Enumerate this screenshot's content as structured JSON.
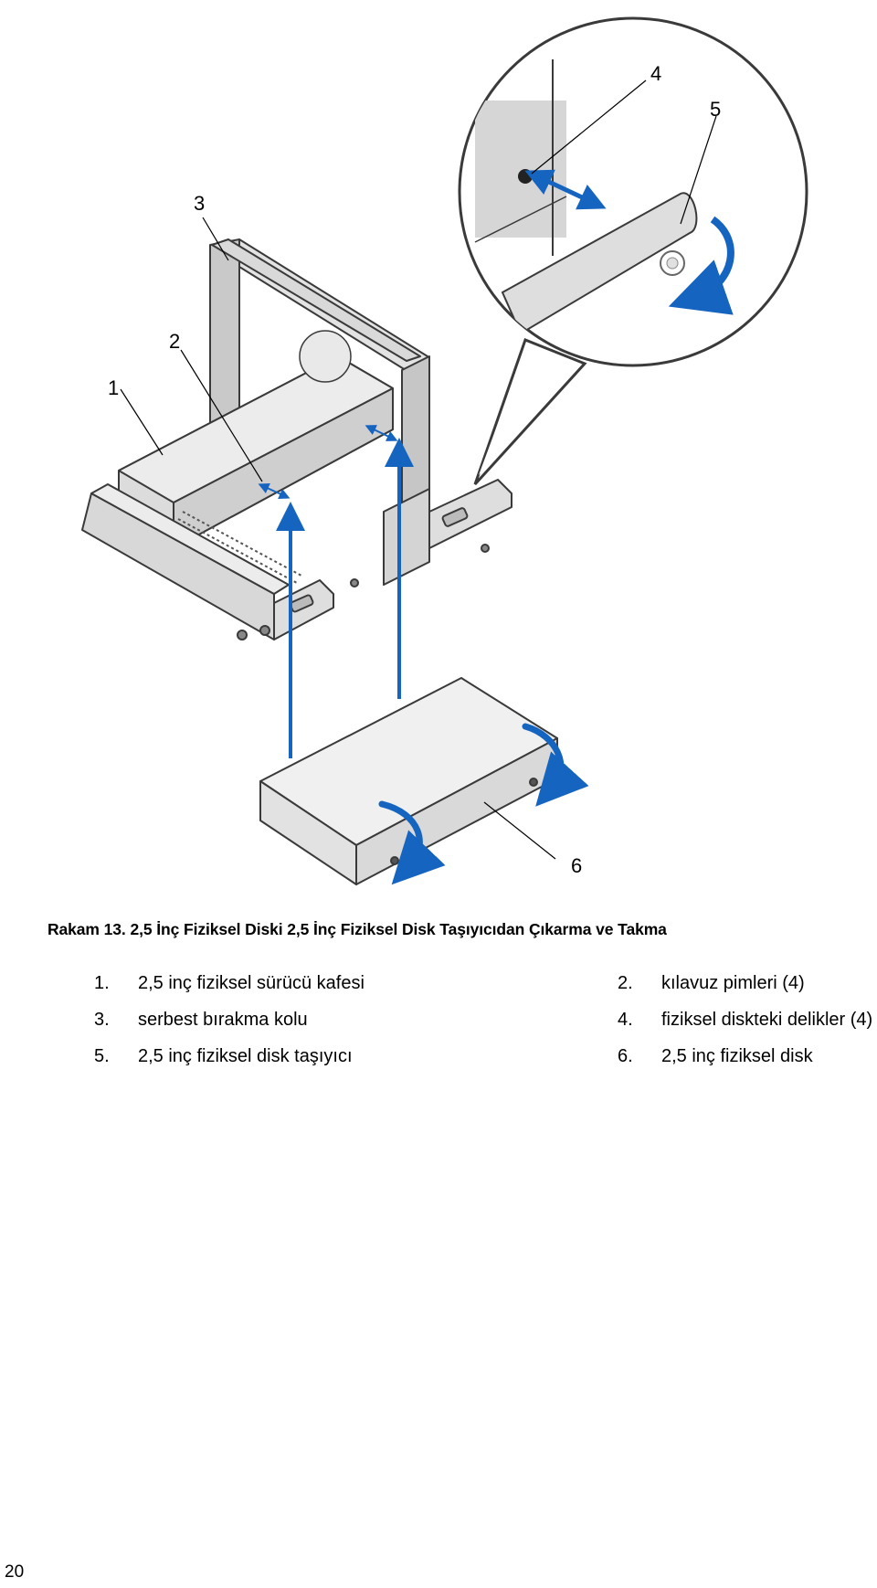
{
  "figure": {
    "callouts": [
      "1",
      "2",
      "3",
      "4",
      "5",
      "6"
    ],
    "colors": {
      "arrow": "#1565c0",
      "metal": "#d5d5d5",
      "edge": "#3a3a3a"
    }
  },
  "caption": "Rakam 13. 2,5 İnç Fiziksel Diski 2,5 İnç Fiziksel Disk Taşıyıcıdan Çıkarma ve Takma",
  "legend": [
    {
      "num": "1.",
      "text": "2,5 inç fiziksel sürücü kafesi"
    },
    {
      "num": "2.",
      "text": "kılavuz pimleri (4)"
    },
    {
      "num": "3.",
      "text": "serbest bırakma kolu"
    },
    {
      "num": "4.",
      "text": "fiziksel diskteki delikler (4)"
    },
    {
      "num": "5.",
      "text": "2,5 inç fiziksel disk taşıyıcı"
    },
    {
      "num": "6.",
      "text": "2,5 inç fiziksel disk"
    }
  ],
  "page_number": "20"
}
